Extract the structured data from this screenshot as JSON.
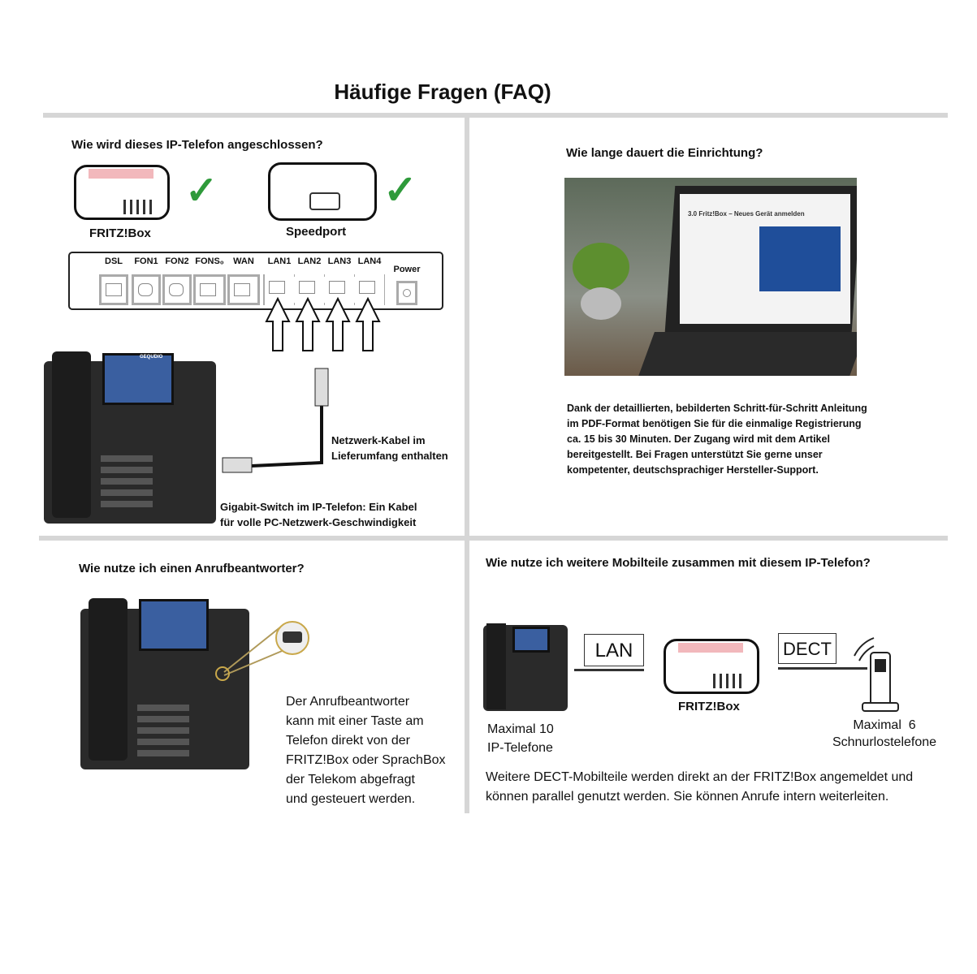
{
  "title": "Häufige Fragen (FAQ)",
  "q1": {
    "heading": "Wie wird dieses IP-Telefon angeschlossen?",
    "router1": "FRITZ!Box",
    "router2": "Speedport",
    "ports": [
      "DSL",
      "FON1",
      "FON2",
      "FONS₀",
      "WAN",
      "LAN1",
      "LAN2",
      "LAN3",
      "LAN4",
      "Power"
    ],
    "cable_note": "Netzwerk-Kabel im Lieferumfang enthalten",
    "switch_note_line1": "Gigabit-Switch im IP-Telefon: Ein Kabel",
    "switch_note_line2": "für volle PC-Netzwerk-Geschwindigkeit",
    "phone_brand": "GEQUDIO",
    "check_color": "#2e9a3a"
  },
  "q2": {
    "heading": "Wie lange dauert die Einrichtung?",
    "screen_title": "3.0 Fritz!Box – Neues Gerät anmelden",
    "body": "Dank der detaillierten, bebilderten Schritt-für-Schritt Anleitung im PDF-Format benötigen Sie für die einmalige Registrierung ca. 15 bis 30 Minuten. Der Zugang wird mit dem Artikel bereitgestellt. Bei Fragen unterstützt Sie gerne unser kompetenter, deutschsprachiger Hersteller-Support."
  },
  "q3": {
    "heading": "Wie nutze ich einen Anrufbeantworter?",
    "lines": [
      "Der Anrufbeantworter",
      "kann mit einer Taste am",
      "Telefon direkt von der",
      "FRITZ!Box oder SprachBox",
      "der Telekom abgefragt",
      "und gesteuert werden."
    ]
  },
  "q4": {
    "heading": "Wie nutze ich weitere Mobilteile zusammen mit diesem IP-Telefon?",
    "lan": "LAN",
    "dect": "DECT",
    "router": "FRITZ!Box",
    "left_line1": "Maximal 10",
    "left_line2": "IP-Telefone",
    "right_line1": "Maximal  6",
    "right_line2": "Schnurlostelefone",
    "body_line1": "Weitere DECT-Mobilteile werden direkt an der FRITZ!Box angemeldet und",
    "body_line2": "können parallel genutzt werden. Sie können Anrufe intern weiterleiten."
  }
}
